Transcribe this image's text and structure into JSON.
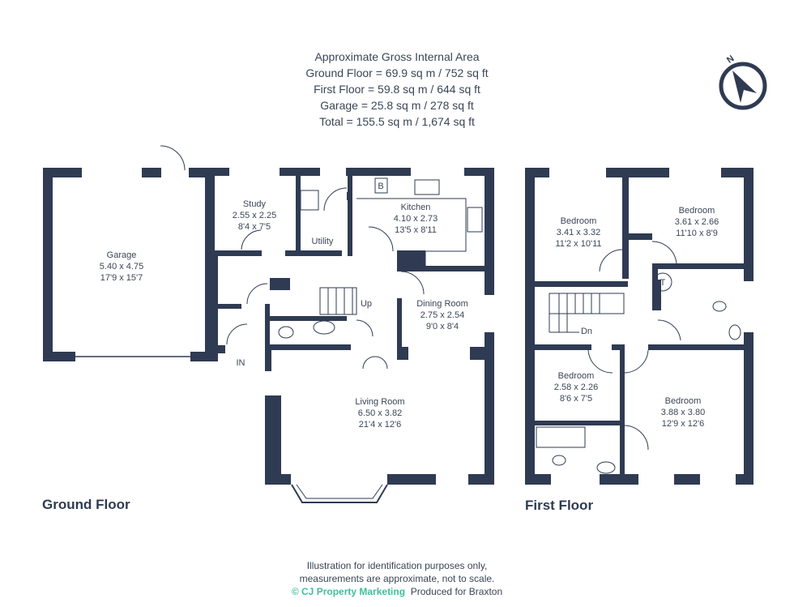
{
  "area_summary": {
    "title": "Approximate Gross Internal Area",
    "ground_floor": "Ground Floor = 69.9 sq m / 752 sq ft",
    "first_floor": "First Floor = 59.8 sq m / 644 sq ft",
    "garage": "Garage = 25.8 sq m / 278 sq ft",
    "total": "Total = 155.5 sq m / 1,674 sq ft"
  },
  "compass": {
    "label": "N",
    "icon": "north-arrow-icon"
  },
  "ground_floor": {
    "title": "Ground Floor",
    "rooms": {
      "garage": {
        "name": "Garage",
        "metric": "5.40 x 4.75",
        "imperial": "17'9 x 15'7"
      },
      "study": {
        "name": "Study",
        "metric": "2.55 x 2.25",
        "imperial": "8'4 x 7'5"
      },
      "utility": {
        "name": "Utility"
      },
      "kitchen": {
        "name": "Kitchen",
        "metric": "4.10 x 2.73",
        "imperial": "13'5 x 8'11"
      },
      "dining": {
        "name": "Dining Room",
        "metric": "2.75 x 2.54",
        "imperial": "9'0 x 8'4"
      },
      "living": {
        "name": "Living Room",
        "metric": "6.50 x 3.82",
        "imperial": "21'4 x 12'6"
      }
    },
    "stairs_label": "Up",
    "entrance_label": "IN",
    "boiler_label": "B"
  },
  "first_floor": {
    "title": "First Floor",
    "rooms": {
      "bedroom1": {
        "name": "Bedroom",
        "metric": "3.41 x 3.32",
        "imperial": "11'2 x 10'11"
      },
      "bedroom2": {
        "name": "Bedroom",
        "metric": "3.61 x 2.66",
        "imperial": "11'10 x 8'9"
      },
      "bedroom3": {
        "name": "Bedroom",
        "metric": "2.58 x 2.26",
        "imperial": "8'6 x 7'5"
      },
      "bedroom4": {
        "name": "Bedroom",
        "metric": "3.88 x 3.80",
        "imperial": "12'9 x 12'6"
      }
    },
    "stairs_label": "Dn",
    "tank_label": "T"
  },
  "footer": {
    "line1": "Illustration for identification purposes only,",
    "line2": "measurements are approximate, not to scale.",
    "brand": "© CJ Property Marketing",
    "produced": "Produced for Braxton"
  },
  "colors": {
    "wall": "#2f3b52",
    "brand": "#3fbf9b",
    "text": "#3b4556"
  }
}
